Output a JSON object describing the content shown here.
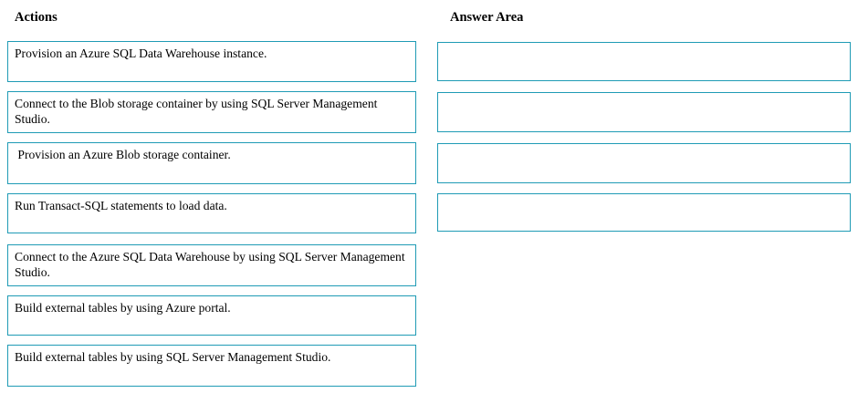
{
  "theme": {
    "border_color": "#1f9bb5",
    "box_background": "#ffffff",
    "page_background": "#ffffff",
    "text_color": "#000000"
  },
  "actions_panel": {
    "title": "Actions",
    "items": [
      {
        "label": "Provision an Azure SQL Data Warehouse instance."
      },
      {
        "label": "Connect to the Blob storage container by using SQL Server Management Studio."
      },
      {
        "label": " Provision an Azure Blob storage container."
      },
      {
        "label": "Run Transact-SQL statements to load data."
      },
      {
        "label": "Connect to the Azure SQL Data Warehouse by using SQL Server Management Studio."
      },
      {
        "label": "Build external tables by using Azure portal."
      },
      {
        "label": "Build external tables by using SQL Server Management Studio."
      }
    ]
  },
  "answer_panel": {
    "title": "Answer Area",
    "slots": [
      {
        "label": ""
      },
      {
        "label": ""
      },
      {
        "label": ""
      },
      {
        "label": ""
      }
    ]
  }
}
